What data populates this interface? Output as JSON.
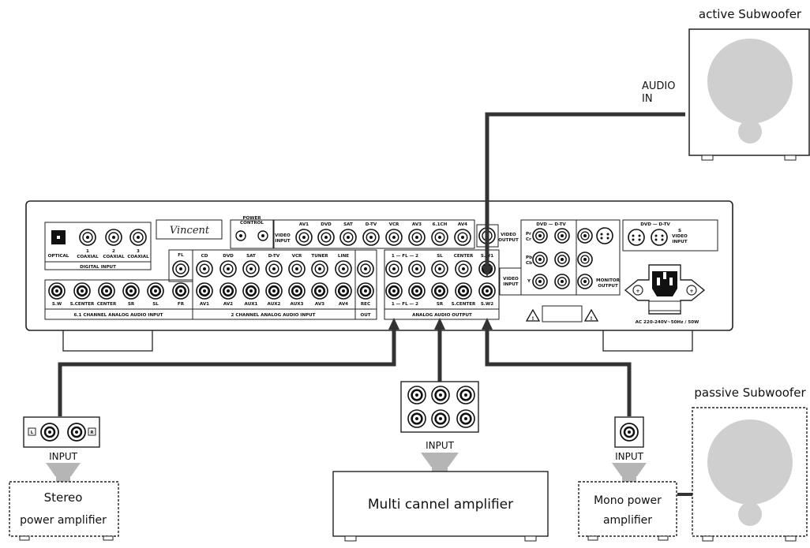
{
  "labels": {
    "active_subwoofer": "active Subwoofer",
    "passive_subwoofer": "passive Subwoofer",
    "audio_in": "AUDIO",
    "audio_in_2": "IN",
    "input_left": "INPUT",
    "input_center": "INPUT",
    "input_right": "INPUT",
    "stereo_amp_1": "Stereo",
    "stereo_amp_2": "power amplifier",
    "multi_amp": "Multi cannel amplifier",
    "mono_amp_1": "Mono power",
    "mono_amp_2": "amplifier",
    "stereo_l": "L",
    "stereo_r": "R"
  },
  "panel": {
    "brand": "Vincent",
    "optical": "OPTICAL",
    "coax": [
      "1\nCOAXIAL",
      "2\nCOAXIAL",
      "3\nCOAXIAL"
    ],
    "coax_num": [
      "1",
      "2",
      "3"
    ],
    "coax_word": "COAXIAL",
    "digital_input": "DIGITAL INPUT",
    "power_control": "POWER",
    "power_control_2": "CONTROL",
    "video_input": "VIDEO",
    "video_input_2": "INPUT",
    "video_output": "VIDEO",
    "video_output_2": "OUTPUT",
    "top_sources": [
      "AV1",
      "DVD",
      "SAT",
      "D-TV",
      "VCR",
      "AV3",
      "6.1CH",
      "AV4"
    ],
    "fl": "FL",
    "ch61_labels": [
      "S.W",
      "S.CENTER",
      "CENTER",
      "SR",
      "SL",
      "FR"
    ],
    "ch61_title": "6.1 CHANNEL ANALOG AUDIO INPUT",
    "twoch_top": [
      "CD",
      "DVD",
      "SAT",
      "D-TV",
      "VCR",
      "TUNER",
      "LINE"
    ],
    "twoch_bottom": [
      "AV1",
      "AV2",
      "AUX1",
      "AUX2",
      "AUX3",
      "AV3",
      "AV4"
    ],
    "twoch_title": "2 CHANNEL ANALOG AUDIO INPUT",
    "rec": "REC",
    "out": "OUT",
    "ao_top": [
      "1 — FL — 2",
      "SL",
      "CENTER",
      "S.W1"
    ],
    "ao_bottom": [
      "1 — FL — 2",
      "SR",
      "S.CENTER",
      "S.W2"
    ],
    "ao_title": "ANALOG AUDIO OUTPUT",
    "comp_header": "DVD — D-TV",
    "pr": "Pr",
    "cr": "Cr",
    "pb": "Pb",
    "cb": "Cb",
    "y": "Y",
    "video_input_b": "VIDEO",
    "video_input_b2": "INPUT",
    "monitor_output": "MONITOR",
    "monitor_output_2": "OUTPUT",
    "svideo_header": "DVD — D-TV",
    "svideo_s": "S",
    "svideo_video": "VIDEO",
    "svideo_input": "INPUT",
    "ac": "AC 220-240V~50Hz / 50W"
  }
}
